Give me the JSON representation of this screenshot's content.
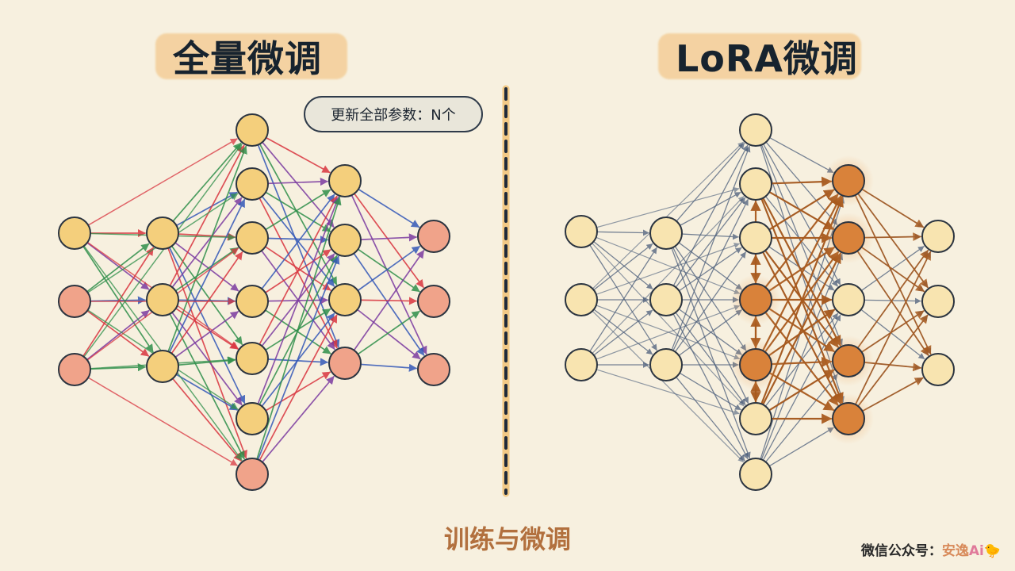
{
  "left_panel": {
    "title": "全量微调",
    "badge": "更新全部参数：N个"
  },
  "right_panel": {
    "title": "LoRA微调"
  },
  "caption": "训练与微调",
  "watermark": {
    "prefix": "微信公众号：",
    "name": "安逸",
    "suffix": "Ai"
  },
  "colors": {
    "background": "#f7f0df",
    "node_yellow": "#f4cf7c",
    "node_salmon": "#f0a38a",
    "node_light": "#f8e4b0",
    "node_orange": "#d9823a",
    "edge_red": "#d9353f",
    "edge_blue": "#3458b8",
    "edge_green": "#2f8f4a",
    "edge_purple": "#7b3aa0",
    "edge_slate": "#4a5d7a",
    "edge_brown": "#a85a1e",
    "divider_dash": "#1f2a3a",
    "divider_glow": "#f2c070"
  }
}
